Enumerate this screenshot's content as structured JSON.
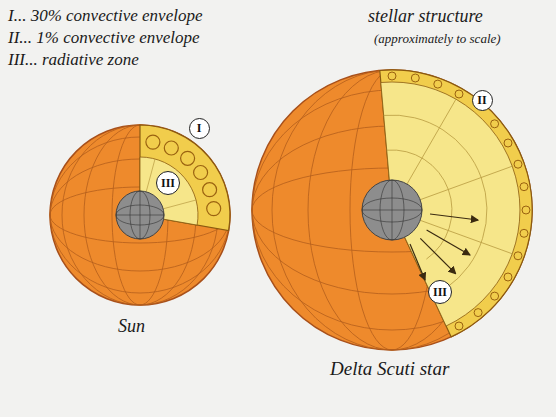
{
  "diagram": {
    "nodes": [
      {
        "text": [
          "I"
        ]
      },
      {
        "text": [
          "III"
        ]
      },
      {
        "text": [
          "II"
        ]
      },
      {
        "text": [
          "III"
        ]
      }
    ],
    "labels": [
      "I... 30% convective envelope",
      "II... 1% convective envelope",
      "III... radiative zone",
      "stellar structure",
      "(approximately to scale)",
      "Sun",
      "Delta Scuti star"
    ]
  }
}
